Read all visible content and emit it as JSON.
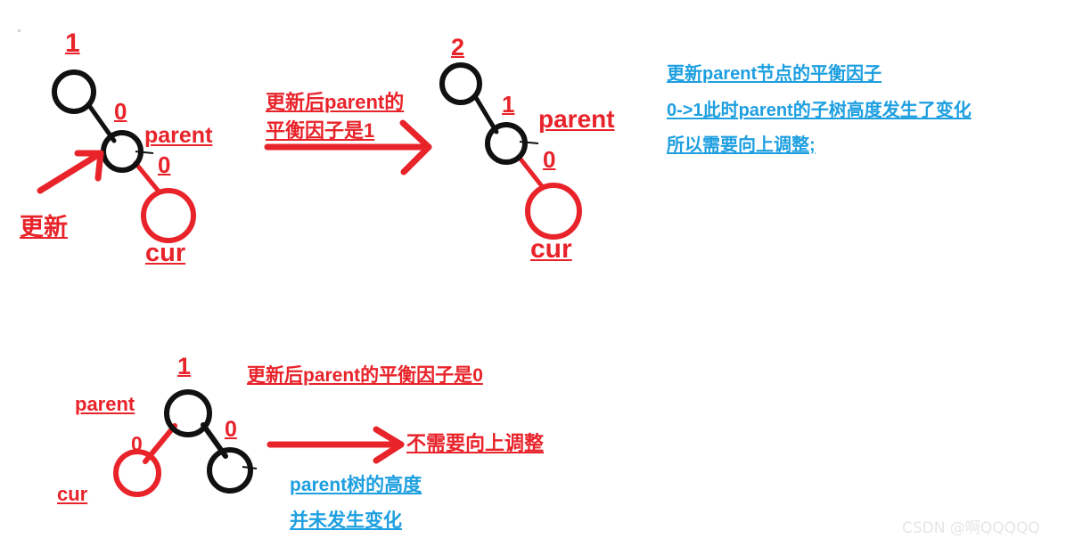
{
  "page": {
    "title": "AVL tree balance factor update illustration",
    "background": "#ffffff",
    "colors": {
      "red": "#e8232a",
      "blue": "#1e9fe0",
      "black": "#111111",
      "watermark": "#e6e6e6"
    }
  },
  "watermark": {
    "text": "CSDN @啊QQQQQ"
  },
  "diagram_top_left": {
    "name": "before-update-tree",
    "nodes": [
      {
        "id": "grand",
        "bf": "1",
        "color": "black",
        "label": ""
      },
      {
        "id": "parent",
        "bf": "0",
        "color": "black",
        "label": "parent"
      },
      {
        "id": "cur",
        "bf": "0",
        "color": "red",
        "label": "cur"
      }
    ],
    "update_arrow_label": "更新"
  },
  "transition": {
    "name": "update-transition",
    "line1": "更新后parent的",
    "line2": "平衡因子是1"
  },
  "diagram_top_right": {
    "name": "after-update-tree",
    "nodes": [
      {
        "id": "grand",
        "bf": "2",
        "color": "black",
        "label": ""
      },
      {
        "id": "parent",
        "bf": "1",
        "color": "black",
        "label": "parent"
      },
      {
        "id": "cur",
        "bf": "0",
        "color": "red",
        "label": "cur"
      }
    ]
  },
  "note_top_right": {
    "name": "upward-adjust-note",
    "lines": [
      "更新parent节点的平衡因子",
      "0->1此时parent的子树高度发生了变化",
      "所以需要向上调整;"
    ]
  },
  "diagram_bottom": {
    "name": "no-adjust-tree",
    "nodes": [
      {
        "id": "parent",
        "bf": "1",
        "color": "black",
        "label": "parent"
      },
      {
        "id": "cur",
        "bf": "0",
        "color": "red",
        "label": "cur"
      },
      {
        "id": "right",
        "bf": "0",
        "color": "black",
        "label": ""
      }
    ]
  },
  "note_bottom": {
    "name": "no-adjust-note",
    "headline": "更新后parent的平衡因子是",
    "headline_value": "0",
    "arrow_result": "不需要向上调整",
    "blue_line1": "parent树的高度",
    "blue_line2": "并未发生变化"
  }
}
